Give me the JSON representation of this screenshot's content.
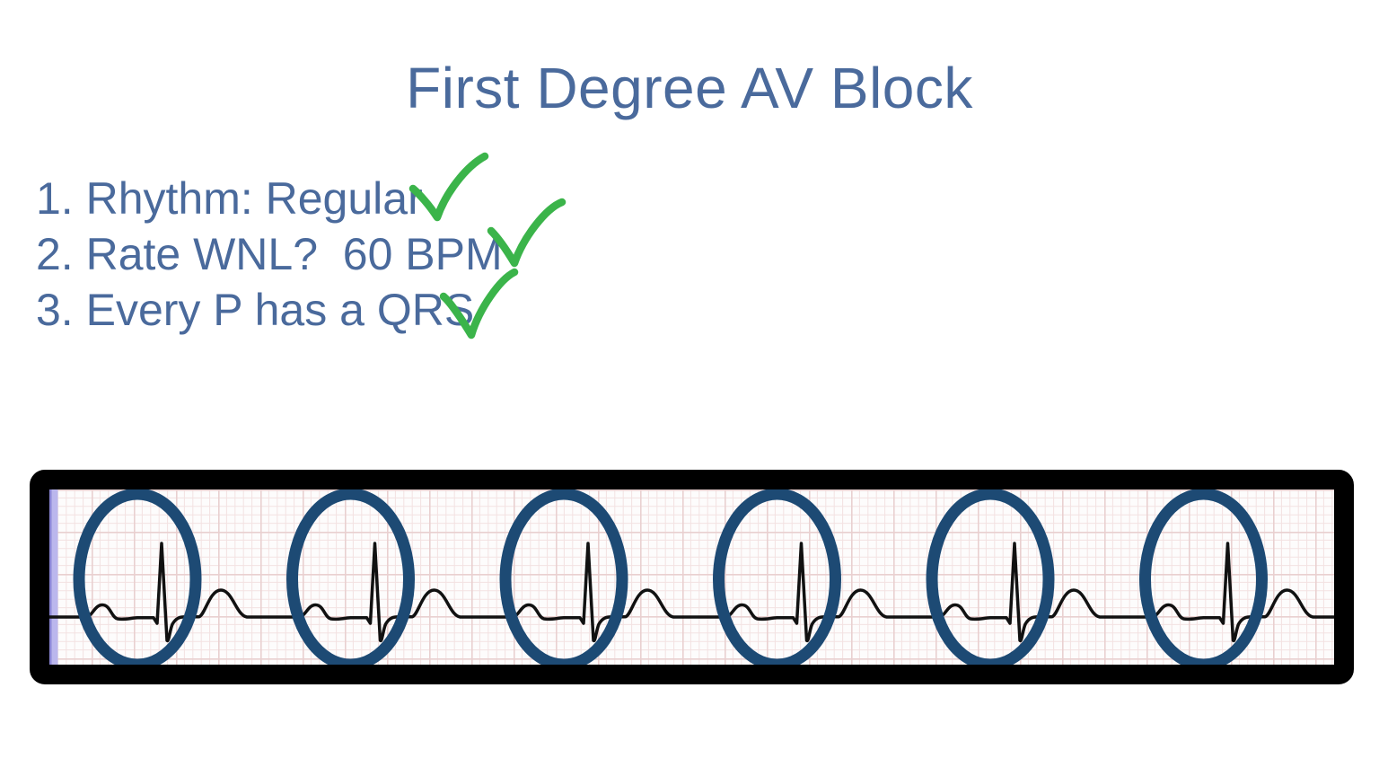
{
  "slide": {
    "title": "First Degree AV Block",
    "checklist": [
      {
        "text": "1. Rhythm: Regular",
        "checked": true
      },
      {
        "text": "2. Rate WNL?  60 BPM",
        "checked": true
      },
      {
        "text": "3. Every P has a QRS",
        "checked": true
      }
    ]
  },
  "ecg_strip": {
    "beats": 6,
    "rhythm": "Regular",
    "rate_bpm": 60,
    "circled": "each P-QRS complex",
    "waves_per_beat": [
      "P",
      "QRS",
      "T"
    ]
  },
  "icons": {
    "checkmark": "green-handdrawn-check"
  },
  "colors": {
    "text_blue": "#4A6A9C",
    "check_green": "#3BB44A",
    "oval_navy": "#1D4A74",
    "strip_border": "#000000",
    "grid_minor": "#F3E2E2",
    "grid_major": "#E9D0D0",
    "grid_bg": "#FDFCFC",
    "calibration_lavender": "#BBB7ED",
    "calibration_edge": "#8D88D8",
    "trace": "#111111"
  }
}
